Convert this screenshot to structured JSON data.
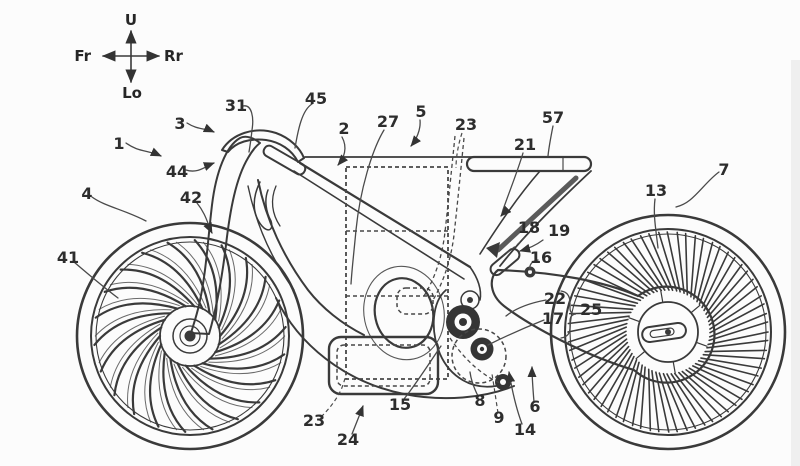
{
  "figure": {
    "kind": "patent line drawing",
    "colors": {
      "line": "#3a3a3a",
      "background": "#fcfcfc",
      "label_text": "#2d2d2d"
    }
  },
  "compass": {
    "up": "U",
    "down": "Lo",
    "front": "Fr",
    "rear": "Rr"
  },
  "labels": {
    "n1": "1",
    "n2": "2",
    "n3": "3",
    "n4": "4",
    "n5": "5",
    "n6": "6",
    "n7": "7",
    "n8": "8",
    "n9": "9",
    "n13": "13",
    "n14": "14",
    "n15": "15",
    "n16": "16",
    "n17": "17",
    "n18": "18",
    "n19": "19",
    "n21": "21",
    "n22": "22",
    "n23a": "23",
    "n23b": "23",
    "n24": "24",
    "n25": "25",
    "n27": "27",
    "n31": "31",
    "n41": "41",
    "n42": "42",
    "n44": "44",
    "n45": "45",
    "n57": "57"
  }
}
